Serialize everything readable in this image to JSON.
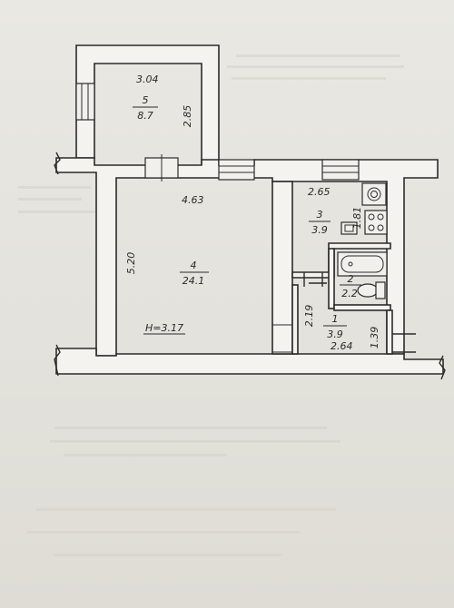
{
  "rooms": [
    {
      "number": "5",
      "area": "8.7"
    },
    {
      "number": "4",
      "area": "24.1"
    },
    {
      "number": "3",
      "area": "3.9"
    },
    {
      "number": "2",
      "area": "2.2"
    },
    {
      "number": "1",
      "area": "3.9"
    }
  ],
  "dimensions": {
    "room5_width": "3.04",
    "room5_depth": "2.85",
    "room4_width": "4.63",
    "room4_depth": "5.20",
    "room3_width": "2.65",
    "room3_depth": "1.81",
    "room1_depth": "2.19",
    "room1_width": "2.64",
    "room1_side": "1.39"
  },
  "ceiling_height": "H=3.17",
  "colors": {
    "paper": "#e7e6e0",
    "ink": "#2b2b2b",
    "wall_fill": "#f4f3ef"
  },
  "icons": [
    "stove-icon",
    "bathtub-icon",
    "toilet-icon",
    "kitchen-sink-icon"
  ]
}
